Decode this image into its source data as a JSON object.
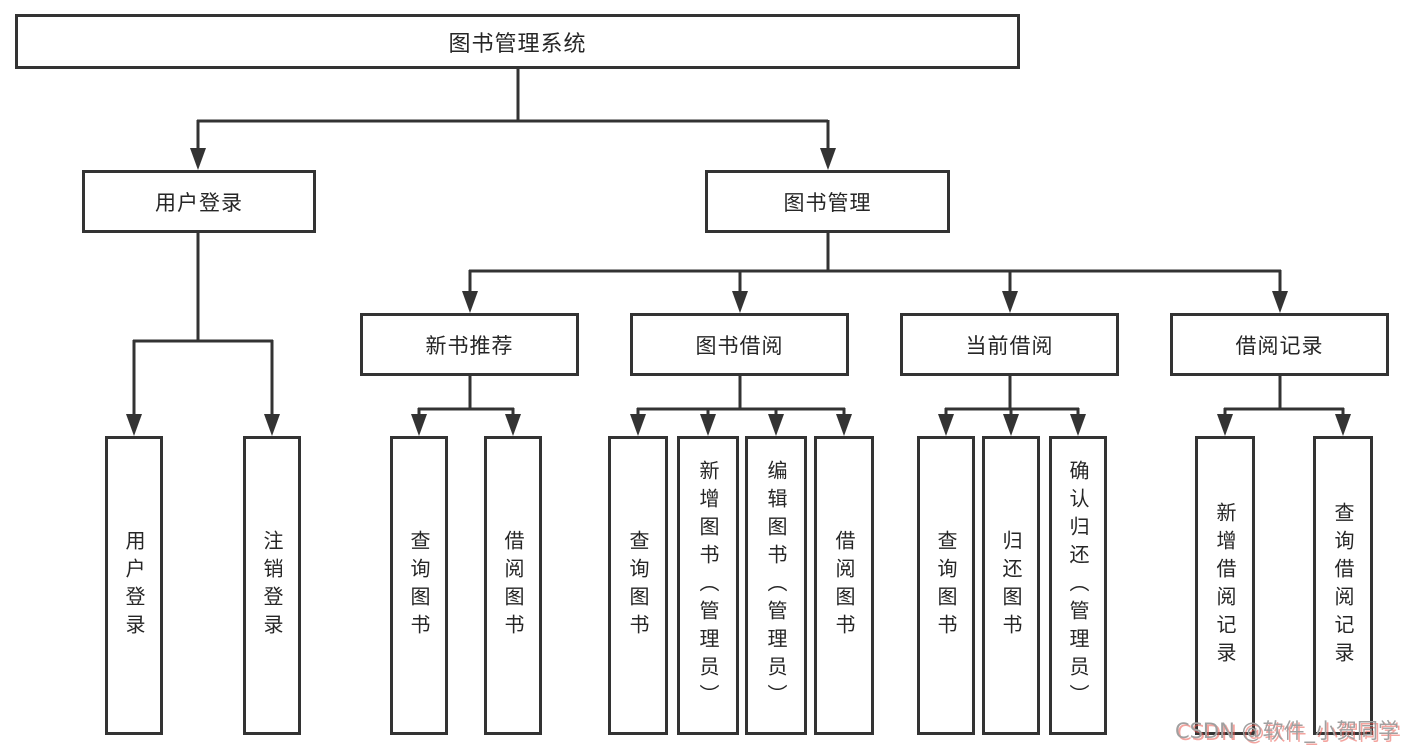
{
  "diagram": {
    "root": {
      "label": "图书管理系统"
    },
    "level2": [
      {
        "label": "用户登录",
        "children": [
          {
            "label": "用户登录"
          },
          {
            "label": "注销登录"
          }
        ]
      },
      {
        "label": "图书管理",
        "children": [
          {
            "label": "新书推荐",
            "children": [
              {
                "label": "查询图书"
              },
              {
                "label": "借阅图书"
              }
            ]
          },
          {
            "label": "图书借阅",
            "children": [
              {
                "label": "查询图书"
              },
              {
                "label": "新增图书（管理员）"
              },
              {
                "label": "编辑图书（管理员）"
              },
              {
                "label": "借阅图书"
              }
            ]
          },
          {
            "label": "当前借阅",
            "children": [
              {
                "label": "查询图书"
              },
              {
                "label": "归还图书"
              },
              {
                "label": "确认归还（管理员）"
              }
            ]
          },
          {
            "label": "借阅记录",
            "children": [
              {
                "label": "新增借阅记录"
              },
              {
                "label": "查询借阅记录"
              }
            ]
          }
        ]
      }
    ]
  },
  "watermark": {
    "text": "CSDN @软件_小贺同学"
  },
  "colors": {
    "line": "#333333",
    "box_border": "#333333",
    "text": "#262626",
    "background": "#ffffff",
    "watermark_gray": "#a0a0a0",
    "watermark_red": "#eb5a50"
  }
}
